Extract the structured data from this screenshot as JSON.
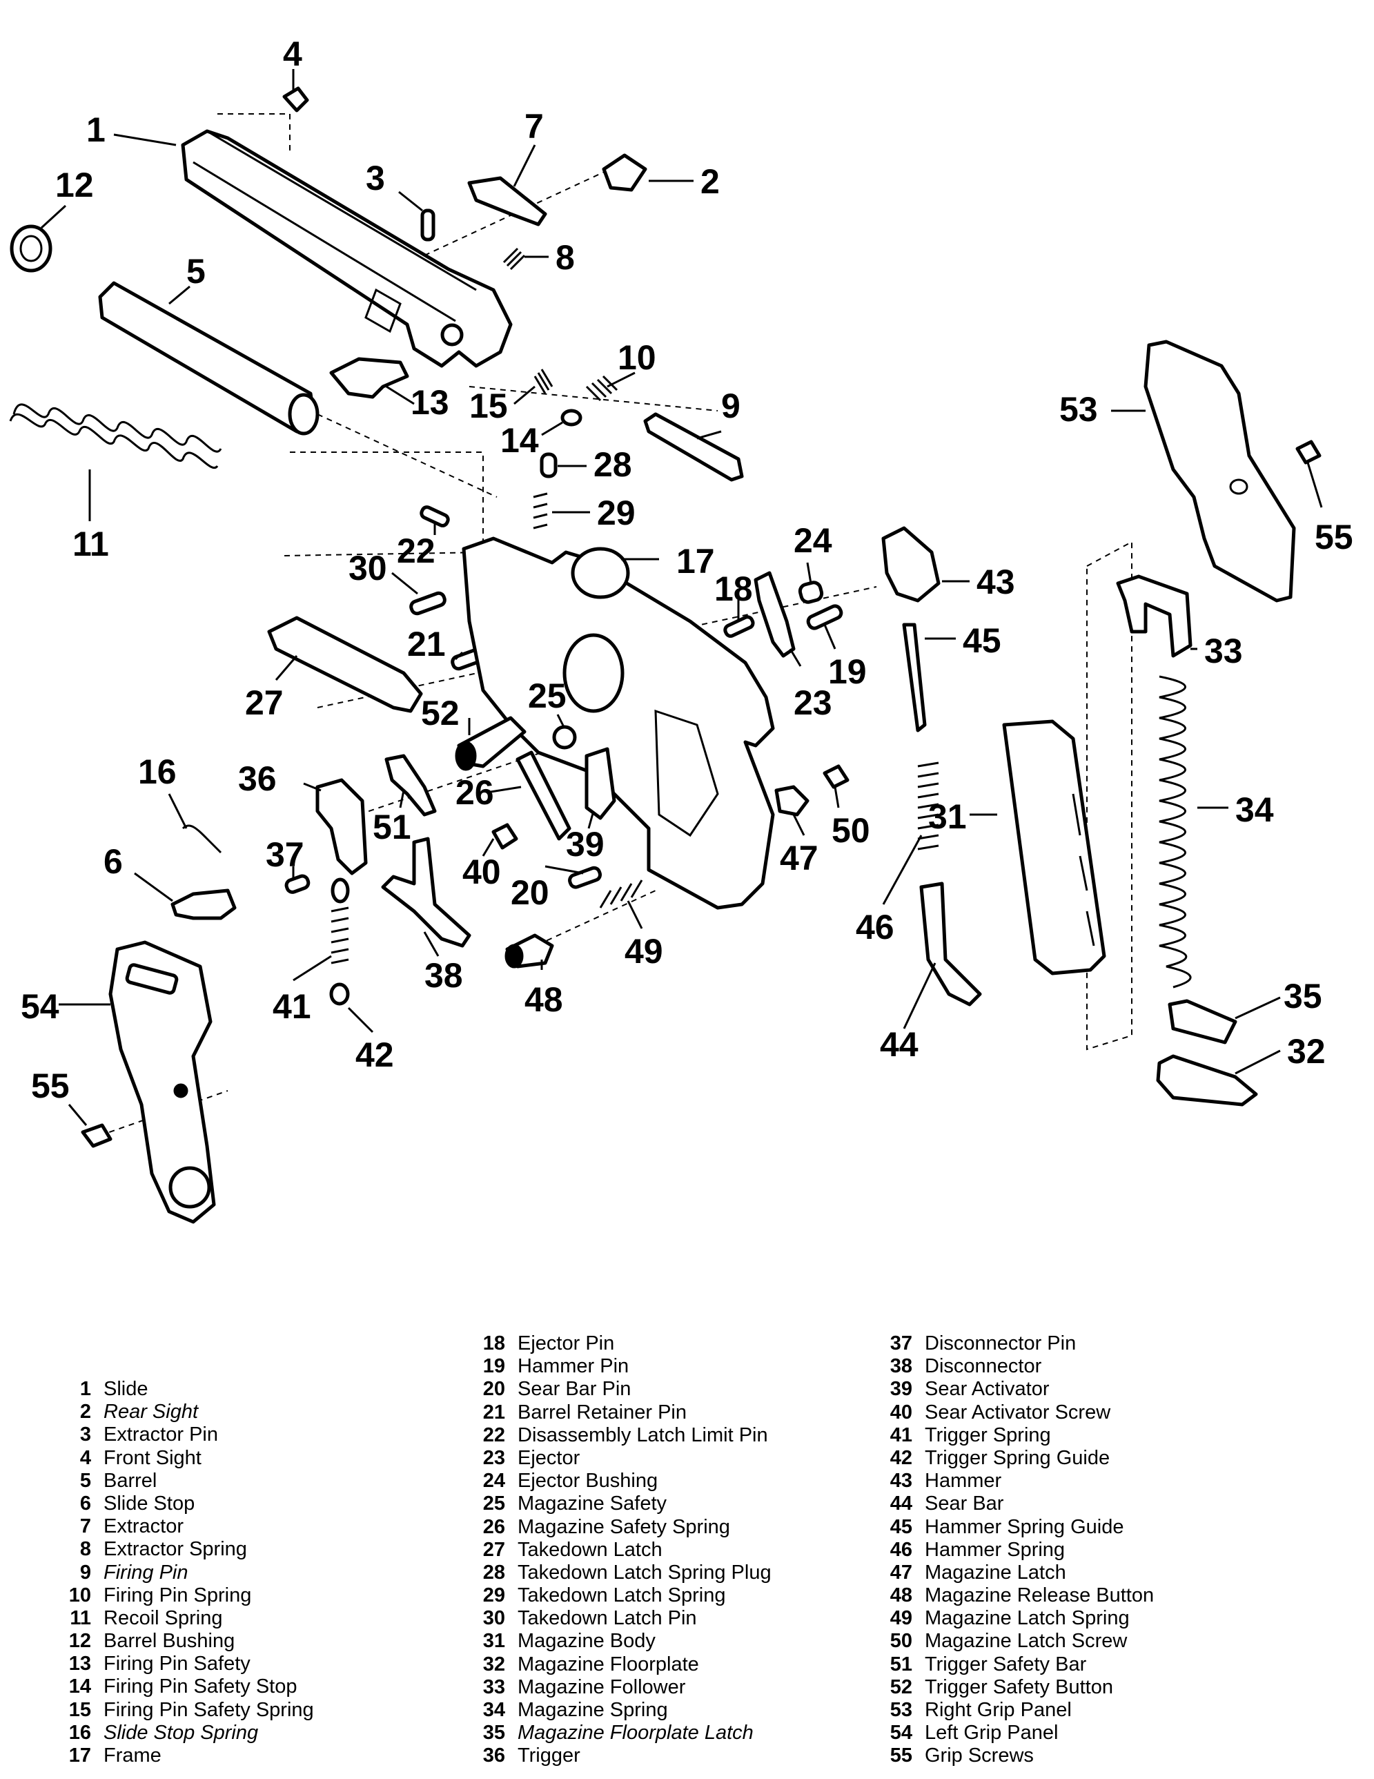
{
  "callouts": [
    "1",
    "2",
    "3",
    "4",
    "5",
    "6",
    "7",
    "8",
    "9",
    "10",
    "11",
    "12",
    "13",
    "14",
    "15",
    "16",
    "17",
    "18",
    "19",
    "20",
    "21",
    "22",
    "23",
    "24",
    "25",
    "26",
    "27",
    "28",
    "29",
    "30",
    "31",
    "32",
    "33",
    "34",
    "35",
    "36",
    "37",
    "38",
    "39",
    "40",
    "41",
    "42",
    "43",
    "44",
    "45",
    "46",
    "47",
    "48",
    "49",
    "50",
    "51",
    "52",
    "53",
    "54",
    "55"
  ],
  "callout_55b": "55",
  "legend": {
    "col1": [
      {
        "num": "1",
        "name": "Slide"
      },
      {
        "num": "2",
        "name": "Rear Sight",
        "italic": true
      },
      {
        "num": "3",
        "name": "Extractor Pin"
      },
      {
        "num": "4",
        "name": "Front Sight"
      },
      {
        "num": "5",
        "name": "Barrel"
      },
      {
        "num": "6",
        "name": "Slide Stop"
      },
      {
        "num": "7",
        "name": "Extractor"
      },
      {
        "num": "8",
        "name": "Extractor Spring"
      },
      {
        "num": "9",
        "name": "Firing Pin",
        "italic": true
      },
      {
        "num": "10",
        "name": "Firing Pin Spring"
      },
      {
        "num": "11",
        "name": "Recoil Spring"
      },
      {
        "num": "12",
        "name": "Barrel Bushing"
      },
      {
        "num": "13",
        "name": "Firing Pin Safety"
      },
      {
        "num": "14",
        "name": "Firing Pin Safety Stop"
      },
      {
        "num": "15",
        "name": "Firing Pin Safety Spring"
      },
      {
        "num": "16",
        "name": "Slide Stop Spring",
        "italic": true
      },
      {
        "num": "17",
        "name": "Frame"
      }
    ],
    "col2": [
      {
        "num": "18",
        "name": "Ejector Pin"
      },
      {
        "num": "19",
        "name": "Hammer Pin"
      },
      {
        "num": "20",
        "name": "Sear Bar Pin"
      },
      {
        "num": "21",
        "name": "Barrel Retainer Pin"
      },
      {
        "num": "22",
        "name": "Disassembly Latch Limit Pin"
      },
      {
        "num": "23",
        "name": "Ejector"
      },
      {
        "num": "24",
        "name": "Ejector Bushing"
      },
      {
        "num": "25",
        "name": "Magazine Safety"
      },
      {
        "num": "26",
        "name": "Magazine Safety Spring"
      },
      {
        "num": "27",
        "name": "Takedown Latch"
      },
      {
        "num": "28",
        "name": "Takedown Latch Spring Plug"
      },
      {
        "num": "29",
        "name": "Takedown Latch Spring"
      },
      {
        "num": "30",
        "name": "Takedown Latch Pin"
      },
      {
        "num": "31",
        "name": "Magazine Body"
      },
      {
        "num": "32",
        "name": "Magazine Floorplate"
      },
      {
        "num": "33",
        "name": "Magazine Follower"
      },
      {
        "num": "34",
        "name": "Magazine Spring"
      },
      {
        "num": "35",
        "name": "Magazine Floorplate Latch",
        "italic": true
      },
      {
        "num": "36",
        "name": "Trigger"
      }
    ],
    "col3": [
      {
        "num": "37",
        "name": "Disconnector Pin"
      },
      {
        "num": "38",
        "name": "Disconnector"
      },
      {
        "num": "39",
        "name": "Sear Activator"
      },
      {
        "num": "40",
        "name": "Sear Activator Screw"
      },
      {
        "num": "41",
        "name": "Trigger Spring"
      },
      {
        "num": "42",
        "name": "Trigger Spring Guide"
      },
      {
        "num": "43",
        "name": "Hammer"
      },
      {
        "num": "44",
        "name": "Sear Bar"
      },
      {
        "num": "45",
        "name": "Hammer Spring Guide"
      },
      {
        "num": "46",
        "name": "Hammer Spring"
      },
      {
        "num": "47",
        "name": "Magazine Latch"
      },
      {
        "num": "48",
        "name": "Magazine Release Button"
      },
      {
        "num": "49",
        "name": "Magazine Latch Spring"
      },
      {
        "num": "50",
        "name": "Magazine Latch Screw"
      },
      {
        "num": "51",
        "name": "Trigger Safety Bar"
      },
      {
        "num": "52",
        "name": "Trigger Safety Button"
      },
      {
        "num": "53",
        "name": "Right Grip Panel"
      },
      {
        "num": "54",
        "name": "Left Grip Panel"
      },
      {
        "num": "55",
        "name": "Grip Screws"
      }
    ]
  }
}
